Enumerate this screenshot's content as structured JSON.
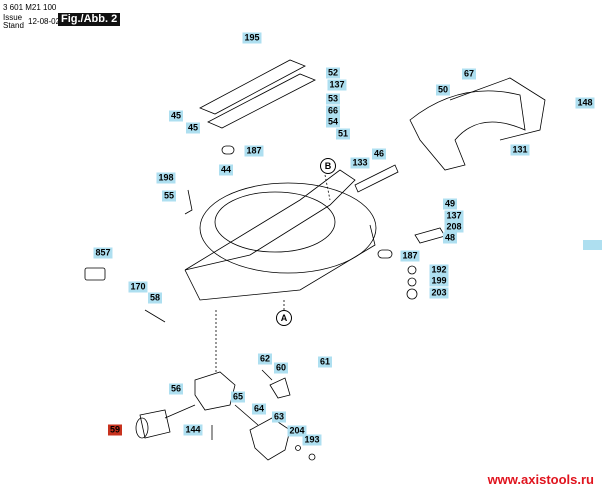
{
  "header": {
    "doc_number": "3 601 M21 100",
    "issue_label": "Issue",
    "stand_label": "Stand",
    "date": "12-08-02",
    "figure": "Fig./Abb. 2"
  },
  "labels": [
    {
      "t": "195"
    },
    {
      "t": "52"
    },
    {
      "t": "137"
    },
    {
      "t": "53"
    },
    {
      "t": "66"
    },
    {
      "t": "54"
    },
    {
      "t": "51"
    },
    {
      "t": "45"
    },
    {
      "t": "45"
    },
    {
      "t": "187"
    },
    {
      "t": "44"
    },
    {
      "t": "133"
    },
    {
      "t": "46"
    },
    {
      "t": "198"
    },
    {
      "t": "55"
    },
    {
      "t": "67"
    },
    {
      "t": "50"
    },
    {
      "t": "148"
    },
    {
      "t": "131"
    },
    {
      "t": "49"
    },
    {
      "t": "137"
    },
    {
      "t": "208"
    },
    {
      "t": "48"
    },
    {
      "t": "187"
    },
    {
      "t": "192"
    },
    {
      "t": "199"
    },
    {
      "t": "203"
    },
    {
      "t": "857"
    },
    {
      "t": "170"
    },
    {
      "t": "58"
    },
    {
      "t": "62"
    },
    {
      "t": "60"
    },
    {
      "t": "61"
    },
    {
      "t": "56"
    },
    {
      "t": "65"
    },
    {
      "t": "64"
    },
    {
      "t": "63"
    },
    {
      "t": "204"
    },
    {
      "t": "193"
    },
    {
      "t": "144"
    }
  ],
  "highlighted_label": "59",
  "callouts": {
    "a": "A",
    "b": "B"
  },
  "watermark": "www.axistools.ru",
  "colors": {
    "label_bg": "#aedff0",
    "highlight": "#c8321e",
    "watermark": "#e0141e"
  }
}
